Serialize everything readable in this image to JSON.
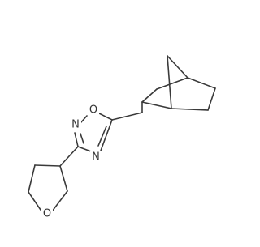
{
  "atom_labels": {
    "ring_oxygen_oxadiazole": "O",
    "ring_nitrogen_upper": "N",
    "ring_nitrogen_lower": "N",
    "ring_oxygen_thf": "O"
  },
  "colors": {
    "bond": "#3a3a3a",
    "label": "#333333",
    "background": "#ffffff"
  }
}
